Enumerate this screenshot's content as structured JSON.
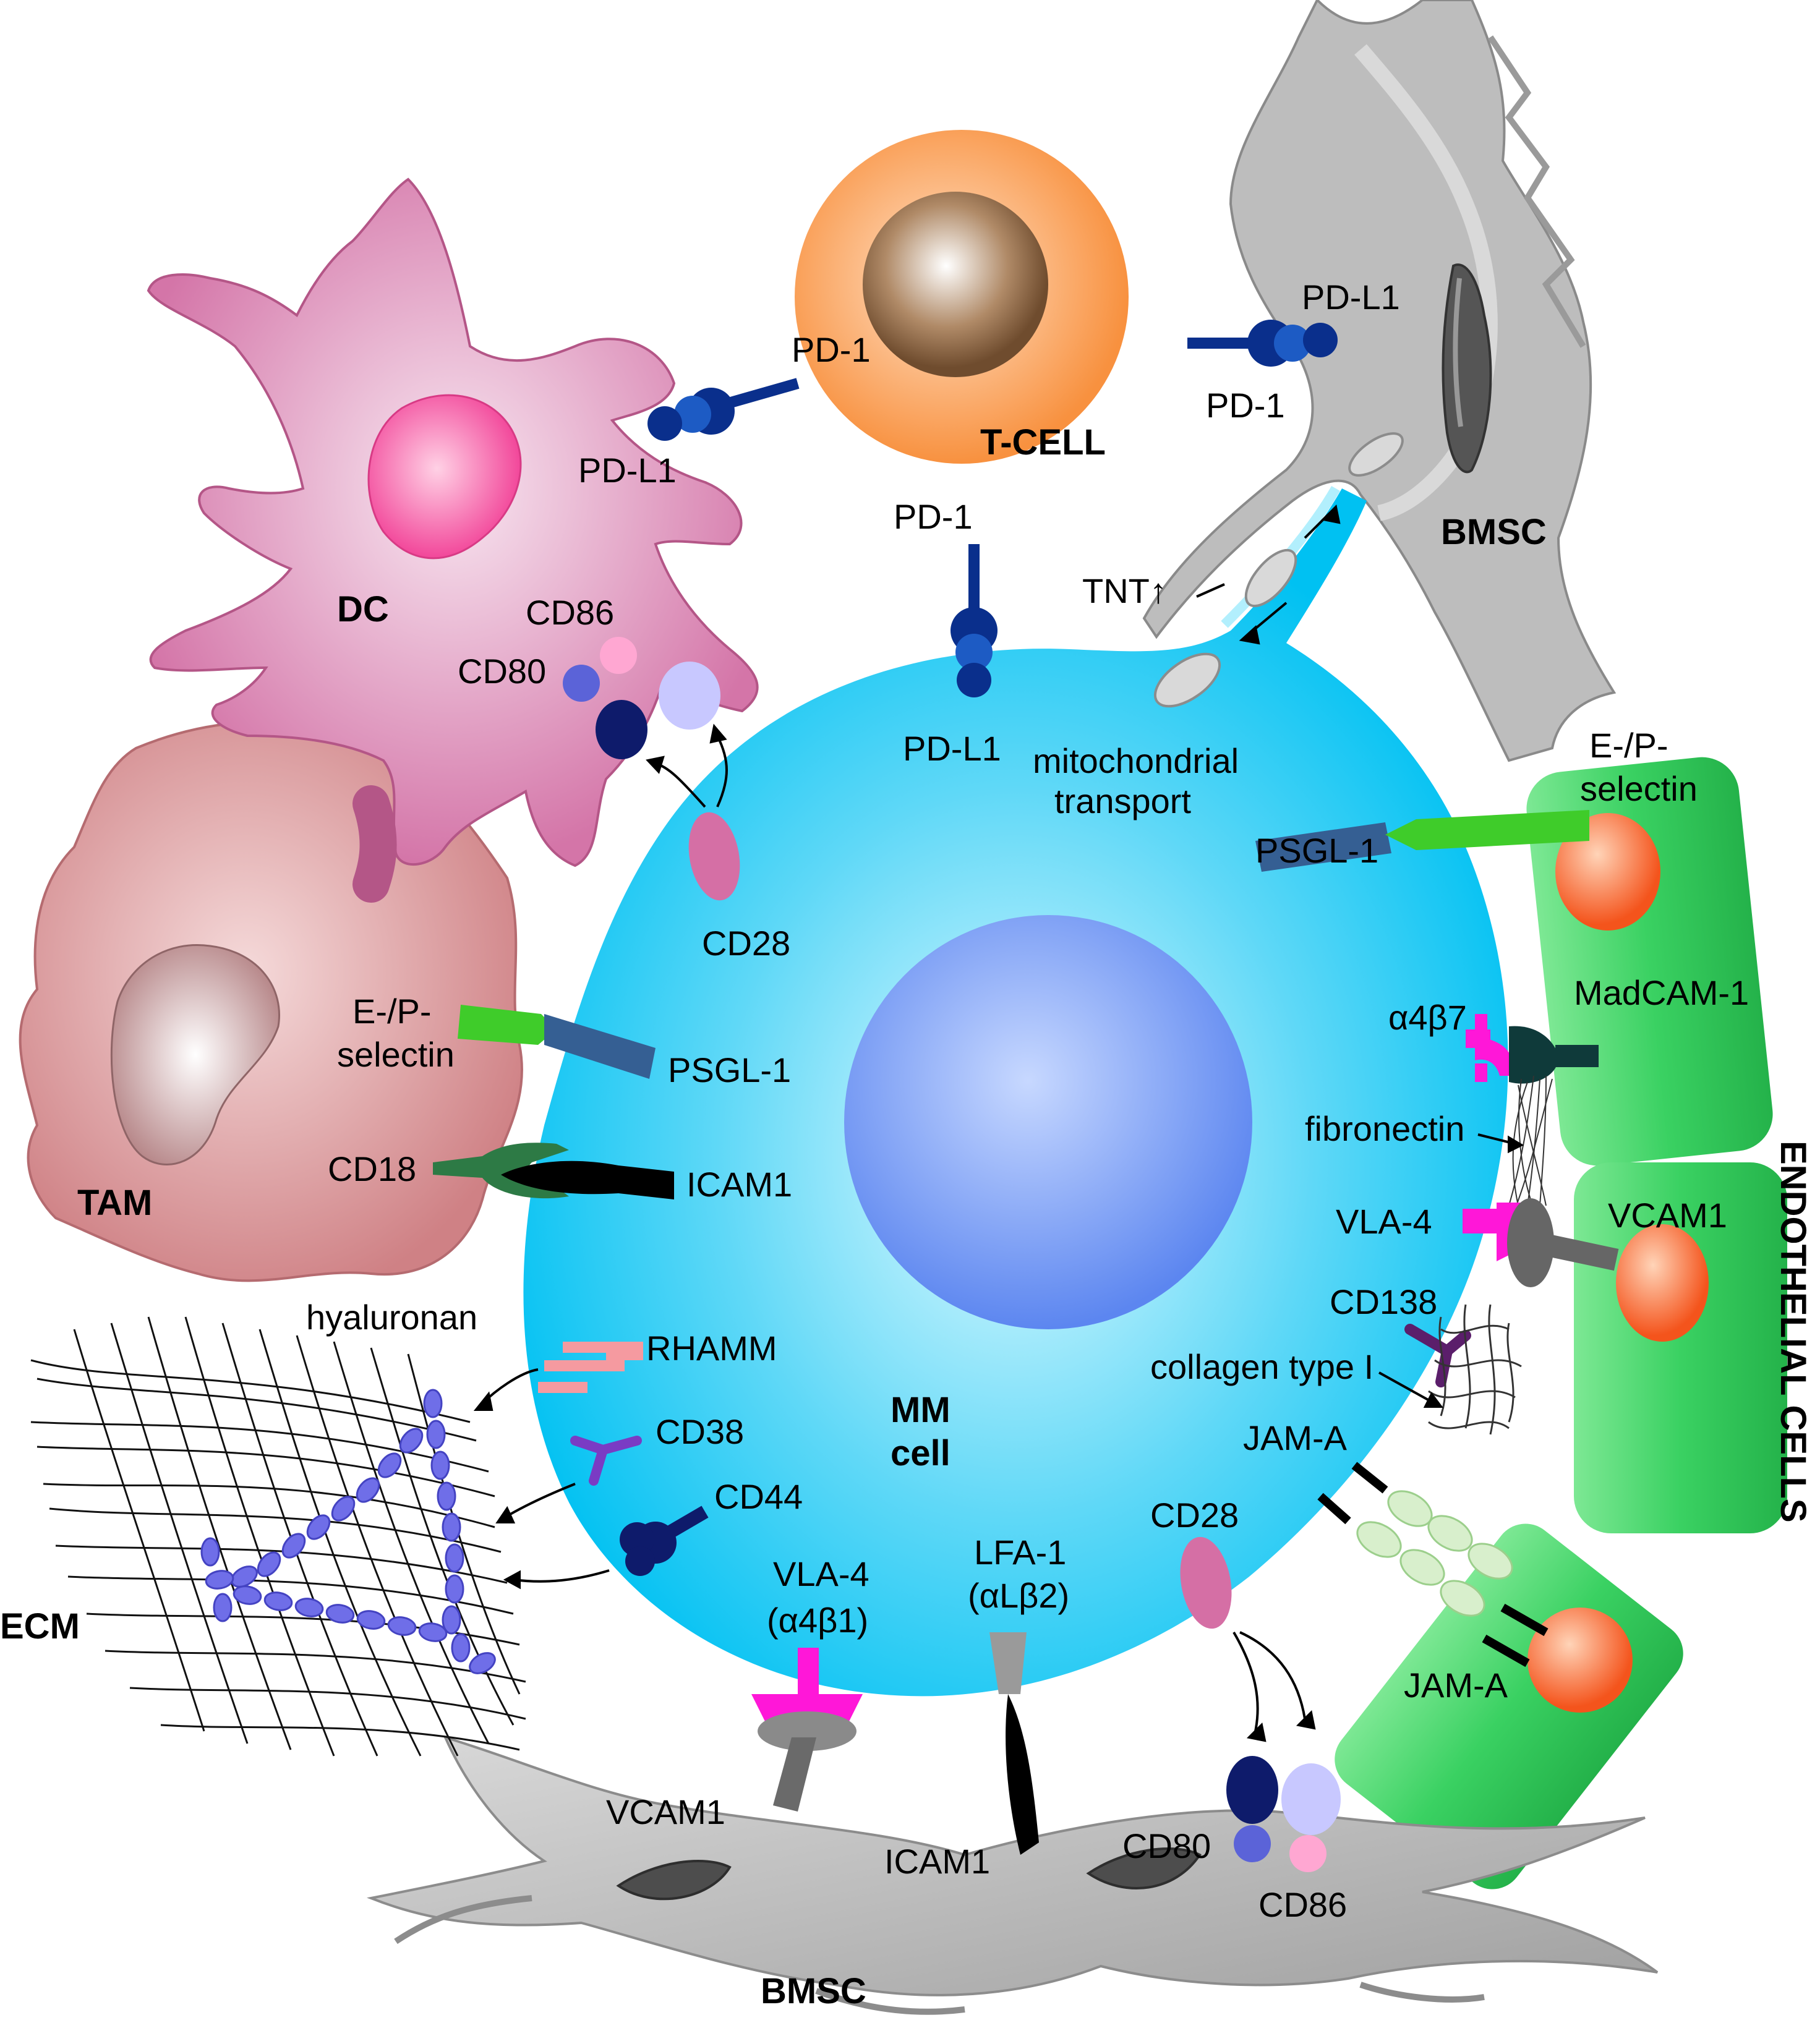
{
  "cells": {
    "mm_cell": {
      "line1": "MM",
      "line2": "cell"
    },
    "t_cell": "T-CELL",
    "dc": "DC",
    "tam": "TAM",
    "bmsc_top": "BMSC",
    "bmsc_bottom": "BMSC",
    "endothelial": "ENDOTHELIAL CELLS",
    "ecm": "ECM"
  },
  "labels": {
    "pd1_dc": "PD-1",
    "pdl1_dc": "PD-L1",
    "pd1_mm": "PD-1",
    "pdl1_mm": "PD-L1",
    "pdl1_bmsc": "PD-L1",
    "pd1_bmsc": "PD-1",
    "tnt": "TNT↑",
    "mito_line1": "mitochondrial",
    "mito_line2": "transport",
    "cd86_top": "CD86",
    "cd80_top": "CD80",
    "cd28_top": "CD28",
    "ep_sel_left_1": "E-/P-",
    "ep_sel_left_2": "selectin",
    "psgl1_left": "PSGL-1",
    "cd18": "CD18",
    "icam1_left": "ICAM1",
    "hyaluronan": "hyaluronan",
    "rhamm": "RHAMM",
    "cd38": "CD38",
    "cd44": "CD44",
    "vla4_bottom_1": "VLA-4",
    "vla4_bottom_2": "(α4β1)",
    "lfa1_1": "LFA-1",
    "lfa1_2": "(αLβ2)",
    "cd28_bottom": "CD28",
    "vcam1_bottom": "VCAM1",
    "icam1_bottom": "ICAM1",
    "cd80_bottom": "CD80",
    "cd86_bottom": "CD86",
    "ep_sel_right_1": "E-/P-",
    "ep_sel_right_2": "selectin",
    "psgl1_right": "PSGL-1",
    "a4b7": "α4β7",
    "madcam1": "MadCAM-1",
    "fibronectin": "fibronectin",
    "vla4_right": "VLA-4",
    "vcam1_right": "VCAM1",
    "cd138": "CD138",
    "collagen": "collagen type I",
    "jama_top": "JAM-A",
    "jama_bottom": "JAM-A"
  },
  "colors": {
    "mm_cell": "#00c8f5",
    "mm_nucleus": "#6a93f2",
    "t_cell": "#f79a52",
    "dc": "#dc7fb0",
    "tam": "#d6898e",
    "bmsc": "#b3b3b3",
    "endothelial": "#3ccf63",
    "pd_molecule": "#0a2f8c",
    "vla4": "#ff17d8",
    "selectin": "#3fcc2a",
    "psgl1": "#355f93"
  }
}
